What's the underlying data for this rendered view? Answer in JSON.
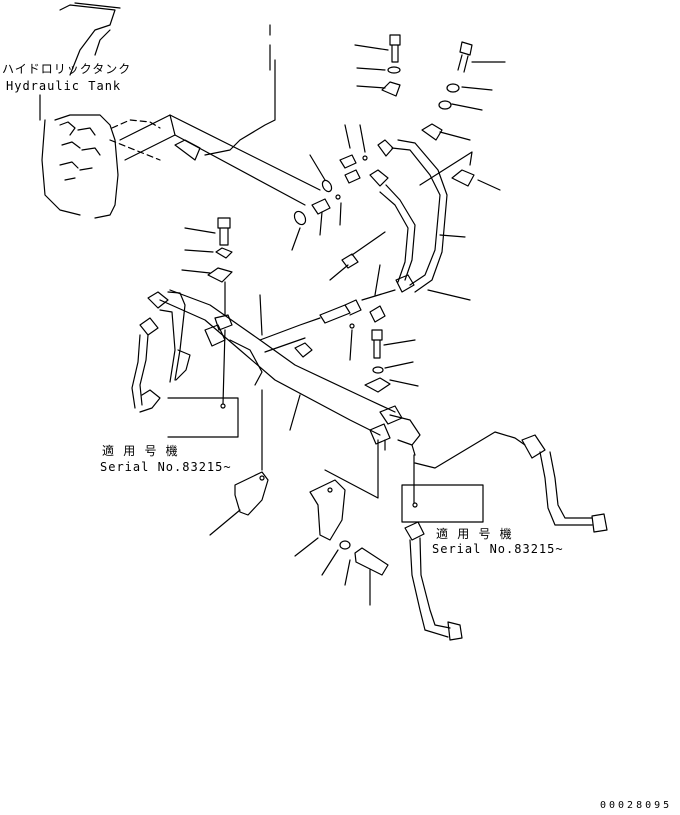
{
  "labels": {
    "tank_jp": "ハイドロリックタンク",
    "tank_en": "Hydraulic Tank",
    "serial_left_jp": "適 用 号 機",
    "serial_left_en": "Serial No.83215~",
    "serial_right_jp": "適 用 号 機",
    "serial_right_en": "Serial No.83215~",
    "drawing_number": "00028095"
  },
  "colors": {
    "ink": "#000000",
    "paper": "#ffffff"
  }
}
